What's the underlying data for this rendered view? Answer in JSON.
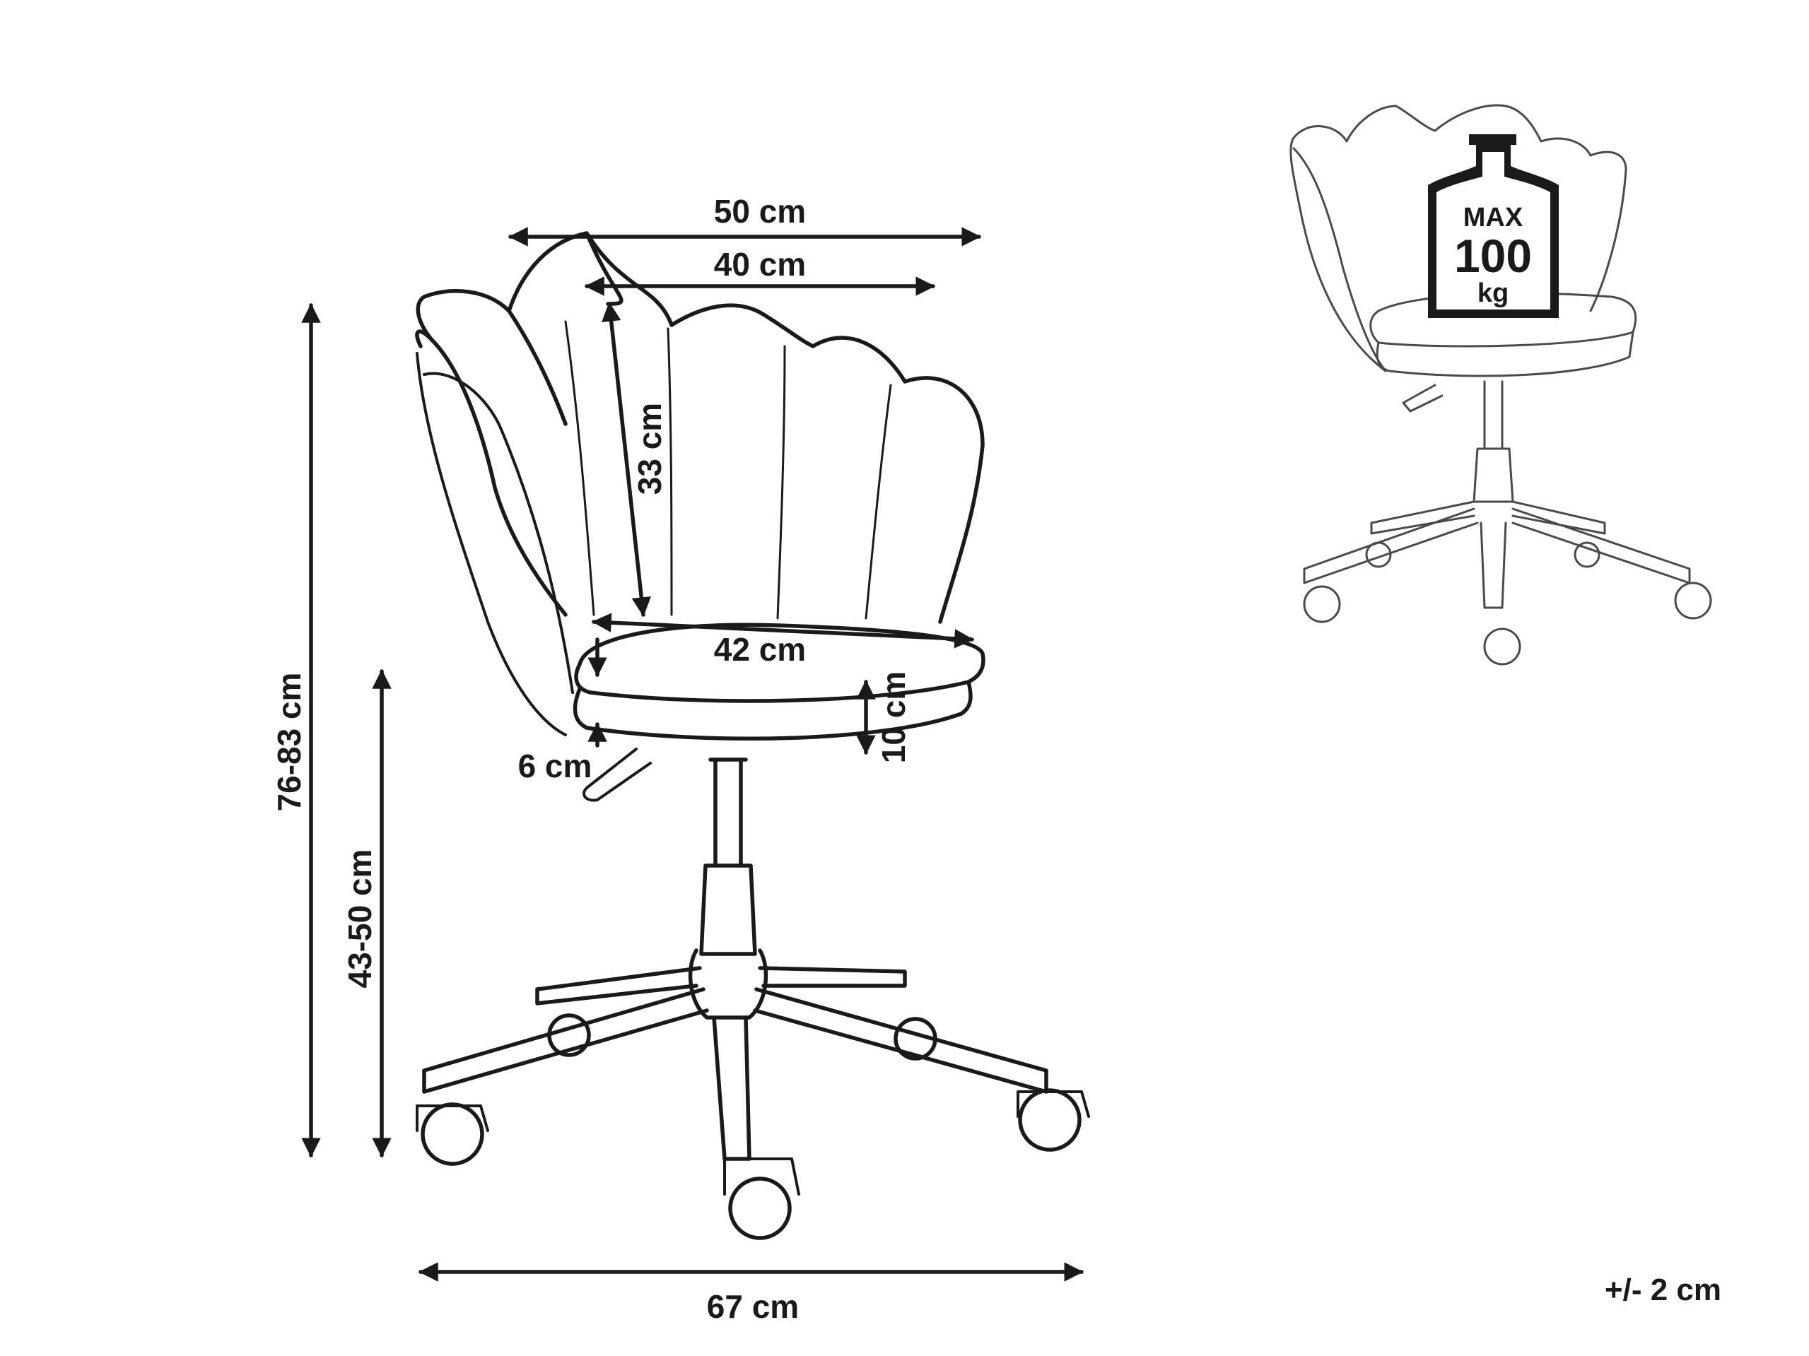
{
  "dimensions": {
    "overall_width": "50 cm",
    "backrest_width": "40 cm",
    "backrest_height": "33 cm",
    "seat_width": "42 cm",
    "seat_thickness": "10 cm",
    "seat_gap": "6 cm",
    "total_height": "76-83 cm",
    "seat_height": "43-50 cm",
    "base_width": "67 cm"
  },
  "load": {
    "line1": "MAX",
    "line2": "100",
    "line3": "kg"
  },
  "tolerance": "+/- 2 cm"
}
